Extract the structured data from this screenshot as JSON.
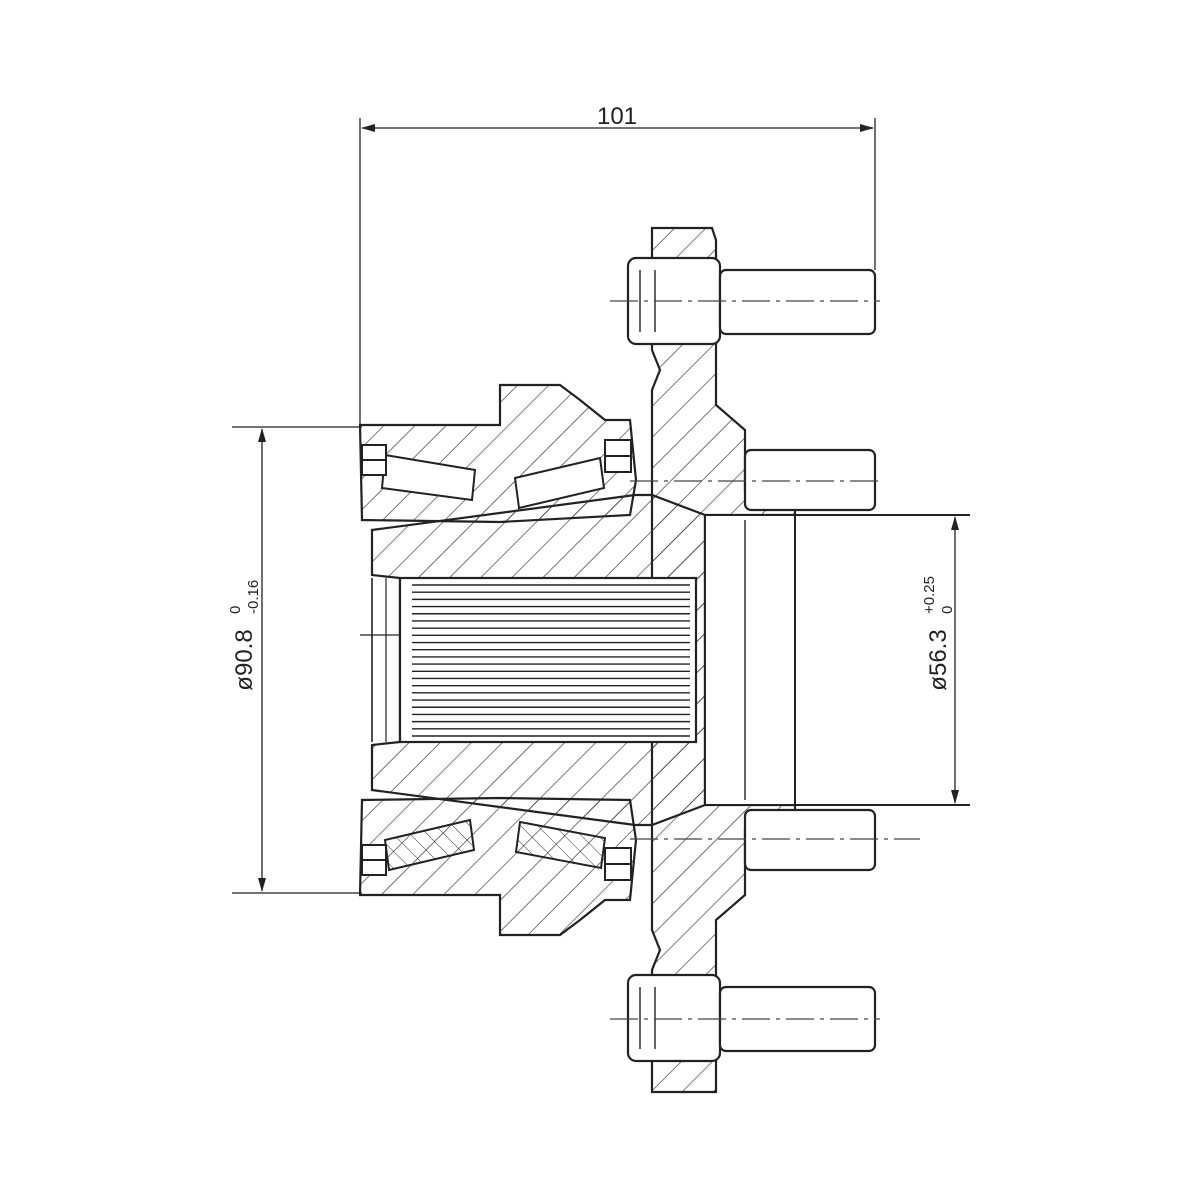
{
  "drawing": {
    "dimensions": {
      "overall_width": {
        "value": "101"
      },
      "flange_pilot": {
        "prefix": "ø",
        "value": "90.8",
        "upper_tol": "0",
        "lower_tol": "-0.16"
      },
      "spigot_bore": {
        "prefix": "ø",
        "value": "56.3",
        "upper_tol": "+0.25",
        "lower_tol": "0"
      }
    },
    "stud_count_visible": 4,
    "colors": {
      "line": "#222222",
      "hatch": "#333333",
      "background": "#ffffff"
    }
  }
}
